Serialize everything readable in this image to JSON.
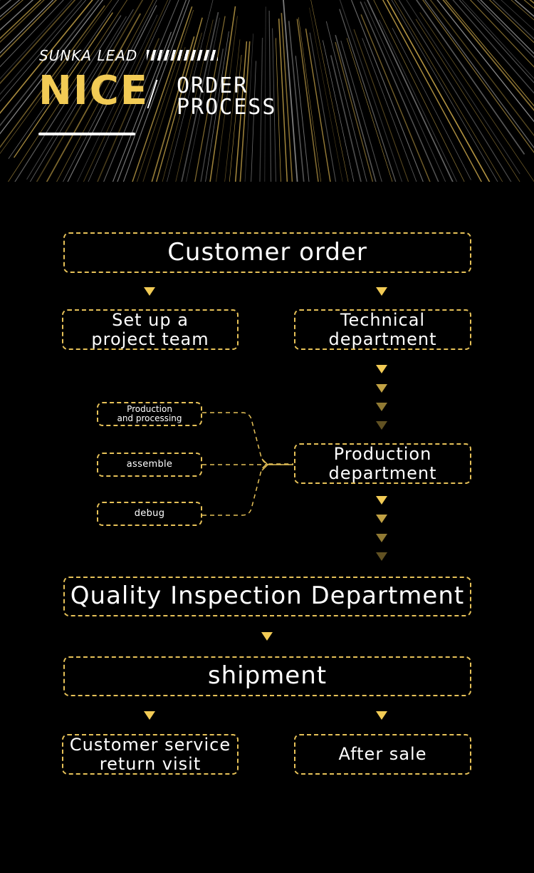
{
  "header": {
    "brand": "SUNKA LEAD",
    "title_main": "NICE",
    "title_line1": "ORDER",
    "title_line2": "PROCESS",
    "accent_color": "#f2cb55"
  },
  "flow": {
    "customer_order": "Customer order",
    "project_team": {
      "line1": "Set up a",
      "line2": "project team"
    },
    "technical": {
      "line1": "Technical",
      "line2": "department"
    },
    "production_processing": {
      "line1": "Production",
      "line2": "and processing"
    },
    "assemble": "assemble",
    "debug": "debug",
    "production_dept": {
      "line1": "Production",
      "line2": "department"
    },
    "quality": "Quality Inspection Department",
    "shipment": "shipment",
    "customer_service": {
      "line1": "Customer service",
      "line2": "return visit"
    },
    "after_sale": "After sale"
  }
}
